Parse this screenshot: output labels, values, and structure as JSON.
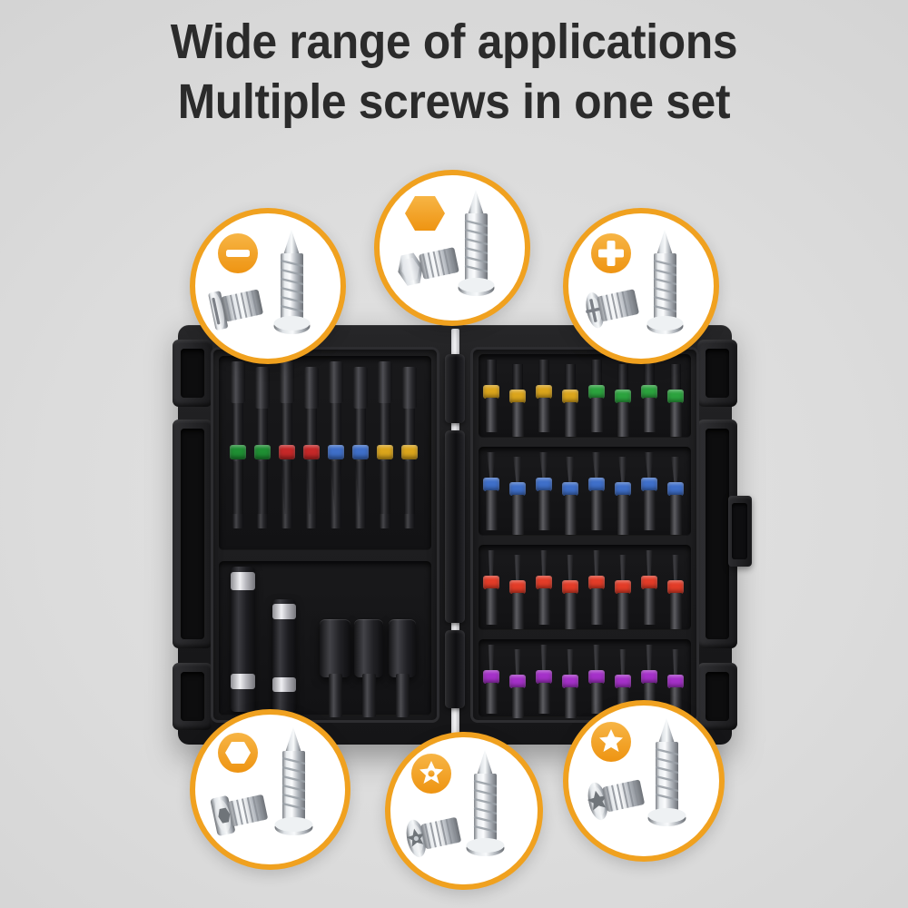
{
  "background_color": "#dedede",
  "accent_color": "#f0a11f",
  "headline": {
    "line1": "Wide range of applications",
    "line2": "Multiple screws in one set",
    "color": "#2b2b2b"
  },
  "product": {
    "name": "screwdriver-bit-set-case",
    "case_color": "#1b1b1d",
    "hinge_color": "#e8e8ea"
  },
  "callouts": [
    {
      "id": "slotted",
      "label": "Slotted",
      "icon": "slotted-head-icon",
      "badge_color": "#f4a42a",
      "position": "top-left"
    },
    {
      "id": "hex-head",
      "label": "Hex Head",
      "icon": "hex-head-icon",
      "badge_color": "#f4a42a",
      "position": "top-center"
    },
    {
      "id": "phillips",
      "label": "Phillips",
      "icon": "phillips-head-icon",
      "badge_color": "#f4a42a",
      "position": "top-right"
    },
    {
      "id": "hex-socket",
      "label": "Hex Socket",
      "icon": "hex-socket-icon",
      "badge_color": "#f4a42a",
      "position": "bottom-left"
    },
    {
      "id": "torx-security",
      "label": "Torx Security",
      "icon": "torx-security-icon",
      "badge_color": "#f4a42a",
      "position": "bottom-center"
    },
    {
      "id": "torx",
      "label": "Torx",
      "icon": "torx-head-icon",
      "badge_color": "#f4a42a",
      "position": "bottom-right"
    }
  ],
  "trays": {
    "left": {
      "name": "long-power-bits",
      "bit_count": 8,
      "ring_colors": [
        "#1f8f33",
        "#1f8f33",
        "#c62828",
        "#c62828",
        "#3f6fc9",
        "#3f6fc9",
        "#dba51c",
        "#dba51c"
      ],
      "accessories": {
        "bit_holders": 2,
        "nut_driver_sockets": 3
      }
    },
    "right": {
      "name": "insert-bit-rows",
      "rows": [
        {
          "label": "row-1-slotted-hex",
          "ring_colors": [
            "#dba51c",
            "#dba51c",
            "#dba51c",
            "#dba51c",
            "#2ca33e",
            "#2ca33e",
            "#2ca33e",
            "#2ca33e"
          ]
        },
        {
          "label": "row-2-phillips",
          "ring_colors": [
            "#3f6fc9",
            "#3f6fc9",
            "#3f6fc9",
            "#3f6fc9",
            "#3f6fc9",
            "#3f6fc9",
            "#3f6fc9",
            "#3f6fc9"
          ]
        },
        {
          "label": "row-3-torx",
          "ring_colors": [
            "#e33c28",
            "#e33c28",
            "#e33c28",
            "#e33c28",
            "#e33c28",
            "#e33c28",
            "#e33c28",
            "#e33c28"
          ]
        },
        {
          "label": "row-4-security",
          "ring_colors": [
            "#a531c9",
            "#a531c9",
            "#a531c9",
            "#a531c9",
            "#a531c9",
            "#a531c9",
            "#a531c9",
            "#a531c9"
          ]
        }
      ]
    }
  }
}
